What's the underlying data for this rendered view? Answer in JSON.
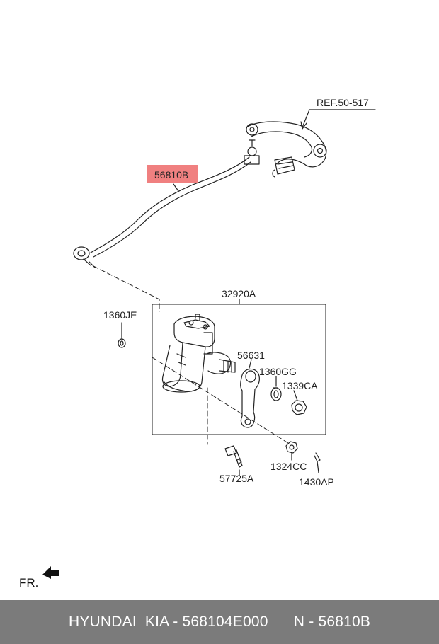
{
  "diagram": {
    "labels": {
      "ref": "REF.50-517",
      "tie_rod": "56810B",
      "gear_box": "32920A",
      "washer_left": "1360JE",
      "pitman_arm": "56631",
      "lock_washer": "1360GG",
      "nut_large": "1339CA",
      "nut_small": "1324CC",
      "bolt": "57725A",
      "cotter_pin": "1430AP",
      "front_indicator": "FR."
    },
    "highlight_color": "#f08080"
  },
  "footer": {
    "text": "HYUNDAI  KIA - 568104E000      N - 56810B"
  }
}
